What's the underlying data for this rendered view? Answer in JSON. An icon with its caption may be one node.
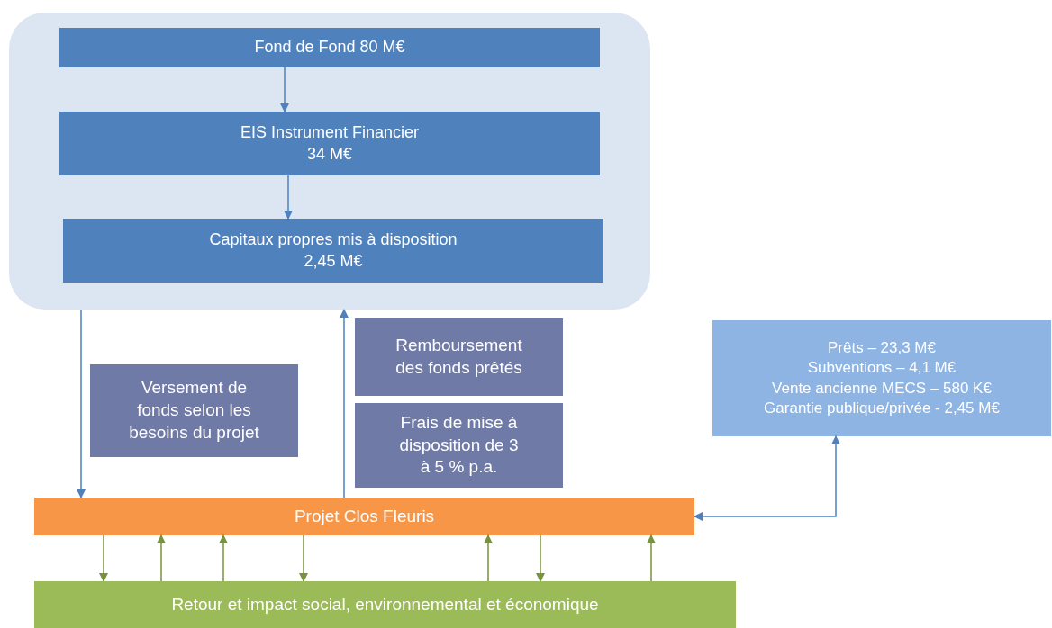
{
  "diagram": {
    "nodes": [
      {
        "text": [],
        "shape": "box"
      },
      {
        "text": [
          "Fond de Fond 80 M€"
        ],
        "in": 0
      },
      {
        "text": [
          "EIS Instrument Financier 34 M€"
        ],
        "in": 0
      },
      {
        "text": [
          "Capitaux propres mis à disposition 2,45 M€"
        ],
        "in": 0
      },
      {
        "text": [
          "Versement de fonds selon les besoins du projet"
        ]
      },
      {
        "text": [
          "Remboursement des fonds prêtés"
        ]
      },
      {
        "text": [
          "Frais de mise à disposition de 3 à 5 % p.a."
        ]
      },
      {
        "text": [
          "Prêts – 23,3 M€",
          "Subventions – 4,1 M€",
          "Vente ancienne MECS – 580 K€",
          "Garantie publique/privée - 2,45 M€"
        ]
      },
      {
        "text": [
          "Projet Clos Fleuris"
        ]
      },
      {
        "text": [
          "Retour et impact social, environnemental et économique"
        ]
      }
    ],
    "edges": [
      {
        "from": 1,
        "to": 2,
        "arrow": "to",
        "color": "#4f81bd"
      },
      {
        "from": 2,
        "to": 3,
        "arrow": "to",
        "color": "#4f81bd"
      },
      {
        "from": 0,
        "to": 8,
        "arrow": "to",
        "color": "#4f81bd"
      },
      {
        "from": 8,
        "to": 0,
        "arrow": "to",
        "color": "#4f81bd"
      },
      {
        "from": 7,
        "to": 8,
        "arrow": "both",
        "color": "#4f81bd"
      },
      {
        "from": 8,
        "to": 9,
        "arrow": "to",
        "color": "#77933c"
      },
      {
        "from": 9,
        "to": 8,
        "arrow": "to",
        "color": "#77933c"
      },
      {
        "from": 9,
        "to": 8,
        "arrow": "to",
        "color": "#77933c"
      },
      {
        "from": 8,
        "to": 9,
        "arrow": "to",
        "color": "#77933c"
      },
      {
        "from": 9,
        "to": 8,
        "arrow": "to",
        "color": "#77933c"
      },
      {
        "from": 8,
        "to": 9,
        "arrow": "to",
        "color": "#77933c"
      },
      {
        "from": 9,
        "to": 8,
        "arrow": "to",
        "color": "#77933c"
      }
    ]
  }
}
